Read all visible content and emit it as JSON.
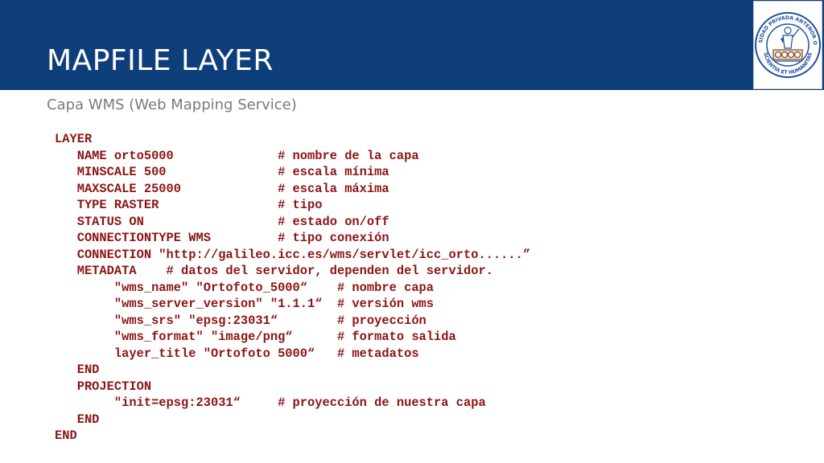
{
  "slide": {
    "title": "MAPFILE LAYER",
    "subtitle": "Capa WMS (Web Mapping Service)",
    "logo_text_top": "UNIVERSIDAD PRIVADA ANTENOR ORREGO",
    "logo_text_bottom": "SCIENTIA ET HUMANITAS"
  },
  "code_lines": [
    "LAYER",
    "   NAME orto5000              # nombre de la capa",
    "   MINSCALE 500               # escala mínima",
    "   MAXSCALE 25000             # escala máxima",
    "   TYPE RASTER                # tipo",
    "   STATUS ON                  # estado on/off",
    "   CONNECTIONTYPE WMS         # tipo conexión",
    "   CONNECTION \"http://galileo.icc.es/wms/servlet/icc_orto......”",
    "   METADATA    # datos del servidor, dependen del servidor.",
    "        \"wms_name\" \"Ortofoto_5000“    # nombre capa",
    "        \"wms_server_version\" \"1.1.1“  # versión wms",
    "        \"wms_srs\" \"epsg:23031“        # proyección",
    "        \"wms_format\" \"image/png“      # formato salida",
    "        layer_title \"Ortofoto 5000“   # metadatos",
    "   END",
    "   PROJECTION",
    "        \"init=epsg:23031“     # proyección de nuestra capa",
    "   END",
    "END"
  ],
  "colors": {
    "header": "#0e3f7a",
    "code": "#8b1414",
    "subtitle": "#7a7a7a",
    "logo_blue": "#1f4fa0",
    "logo_brown": "#7a4a2a"
  }
}
